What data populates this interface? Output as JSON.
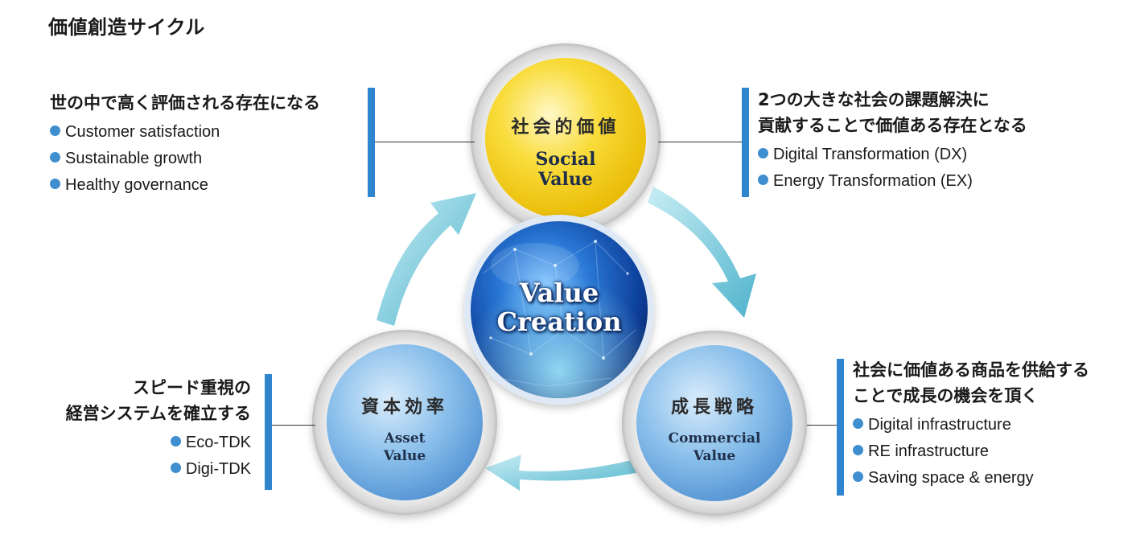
{
  "page_title": "価値創造サイクル",
  "center": {
    "line1": "Value",
    "line2": "Creation"
  },
  "nodes": {
    "social": {
      "jp": "社会的価値",
      "en_line1": "Social",
      "en_line2": "Value"
    },
    "asset": {
      "jp": "資本効率",
      "en_line1": "Asset",
      "en_line2": "Value"
    },
    "commercial": {
      "jp": "成長戦略",
      "en_line1": "Commercial",
      "en_line2": "Value"
    }
  },
  "panels": {
    "top_left": {
      "heading_lines": [
        "世の中で高く評価される存在になる"
      ],
      "items": [
        "Customer satisfaction",
        "Sustainable growth",
        "Healthy governance"
      ]
    },
    "top_right": {
      "heading_lines": [
        "2つの大きな社会の課題解決に",
        "貢献することで価値ある存在となる"
      ],
      "items": [
        "Digital Transformation (DX)",
        "Energy Transformation (EX)"
      ]
    },
    "bottom_left": {
      "heading_lines": [
        "スピード重視の",
        "経営システムを確立する"
      ],
      "items": [
        "Eco-TDK",
        "Digi-TDK"
      ]
    },
    "bottom_right": {
      "heading_lines": [
        "社会に価値ある商品を供給する",
        "ことで成長の機会を頂く"
      ],
      "items": [
        "Digital infrastructure",
        "RE infrastructure",
        "Saving space & energy"
      ]
    }
  },
  "colors": {
    "accent_bar": "#2f86cf",
    "bullet": "#3e8ed0",
    "arrow": "#6cc1d6",
    "social_node": "#f7d21e",
    "side_node": "#5f9fdb",
    "center_sphere": "#1f5fc0"
  }
}
